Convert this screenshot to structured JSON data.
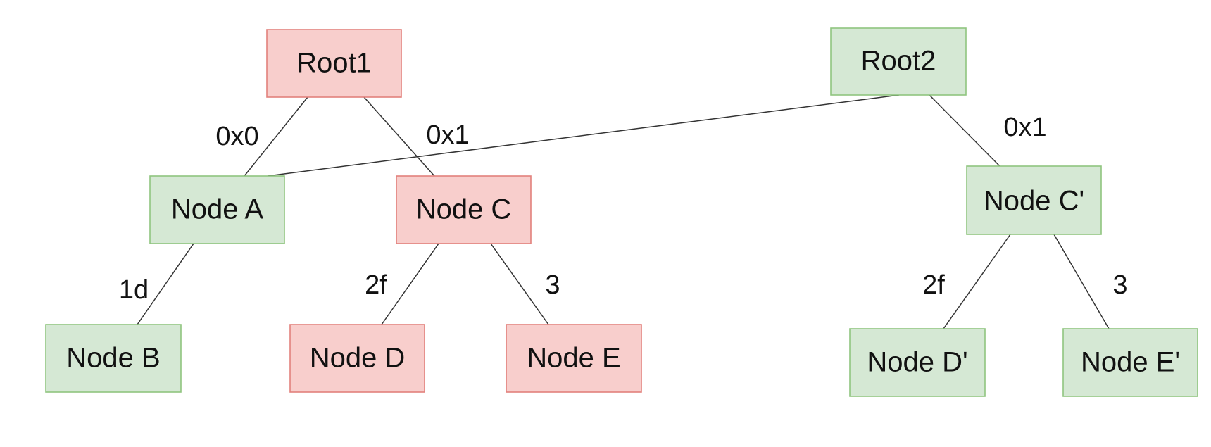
{
  "nodes": {
    "root1": {
      "label": "Root1",
      "color": "#f8cecc"
    },
    "root2": {
      "label": "Root2",
      "color": "#d5e8d4"
    },
    "node_a": {
      "label": "Node A",
      "color": "#d5e8d4"
    },
    "node_b": {
      "label": "Node B",
      "color": "#d5e8d4"
    },
    "node_c": {
      "label": "Node C",
      "color": "#f8cecc"
    },
    "node_d": {
      "label": "Node D",
      "color": "#f8cecc"
    },
    "node_e": {
      "label": "Node E",
      "color": "#f8cecc"
    },
    "node_c_prime": {
      "label": "Node C'",
      "color": "#d5e8d4"
    },
    "node_d_prime": {
      "label": "Node D'",
      "color": "#d5e8d4"
    },
    "node_e_prime": {
      "label": "Node E'",
      "color": "#d5e8d4"
    }
  },
  "edges": {
    "root1_node_a": {
      "from": "Root1",
      "to": "Node A",
      "label": "0x0"
    },
    "root1_node_c": {
      "from": "Root1",
      "to": "Node C",
      "label": "0x1"
    },
    "root2_node_a": {
      "from": "Root2",
      "to": "Node A",
      "label": ""
    },
    "root2_node_c_prime": {
      "from": "Root2",
      "to": "Node C'",
      "label": "0x1"
    },
    "node_a_node_b": {
      "from": "Node A",
      "to": "Node B",
      "label": "1d"
    },
    "node_c_node_d": {
      "from": "Node C",
      "to": "Node D",
      "label": "2f"
    },
    "node_c_node_e": {
      "from": "Node C",
      "to": "Node E",
      "label": "3"
    },
    "node_c_prime_node_d_prime": {
      "from": "Node C'",
      "to": "Node D'",
      "label": "2f"
    },
    "node_c_prime_node_e_prime": {
      "from": "Node C'",
      "to": "Node E'",
      "label": "3"
    }
  }
}
